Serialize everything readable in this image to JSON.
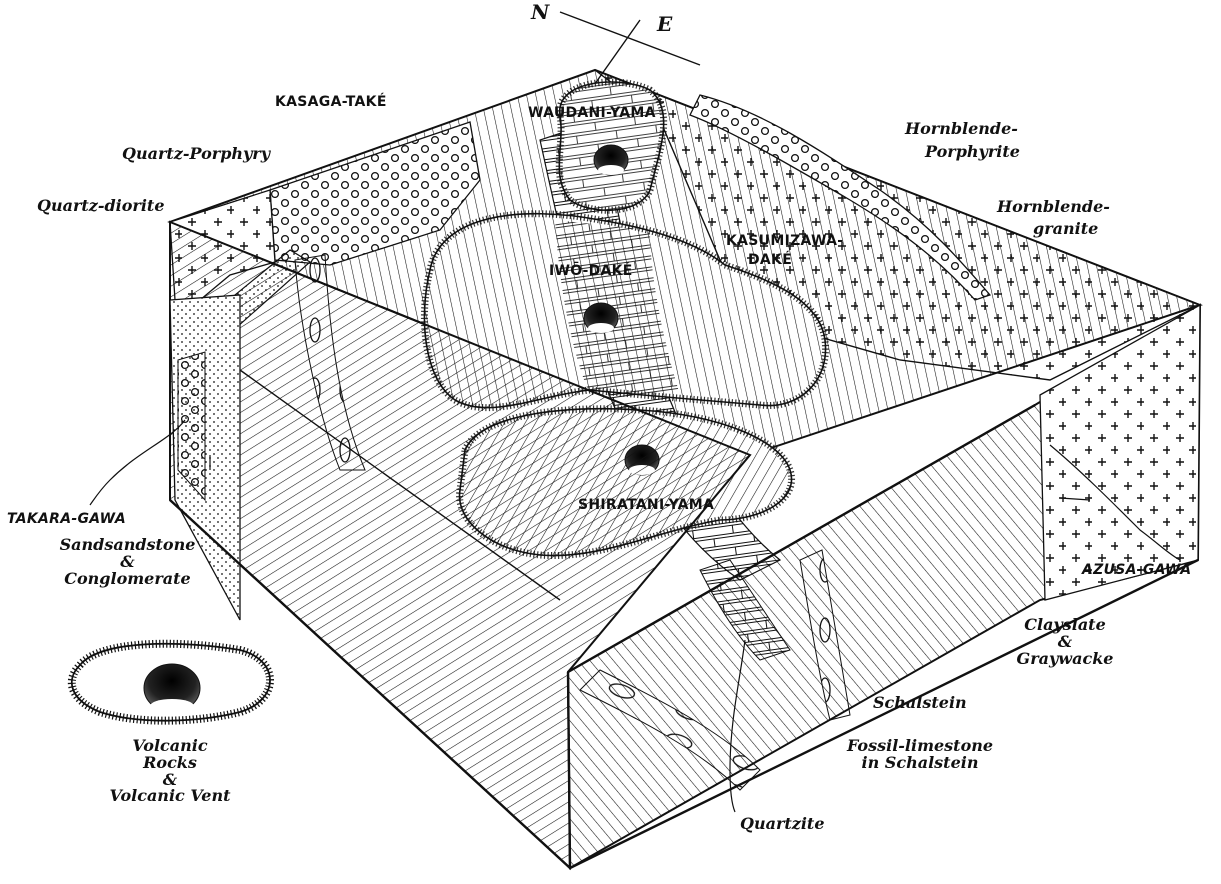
{
  "compass": {
    "north": "N",
    "east": "E"
  },
  "places": {
    "kasaga": "KASAGA-TAKÉ",
    "waudani": "WAUDANI-YAMA",
    "kasumizawa_1": "KASUMIZAWA-",
    "kasumizawa_2": "DAKÉ",
    "iwo": "IWŌ-DAKÉ",
    "shiratani": "SHIRATANI-YAMA",
    "takara": "TAKARA-GAWA",
    "azusa": "AZUSA-GAWA"
  },
  "rocks": {
    "quartz_porphyry": "Quartz-Porphyry",
    "quartz_diorite": "Quartz-diorite",
    "hornblende_porphyrite_1": "Hornblende-",
    "hornblende_porphyrite_2": "Porphyrite",
    "hornblende_granite_1": "Hornblende-",
    "hornblende_granite_2": "granite",
    "sandstone_1": "Sandsandstone",
    "sandstone_2": "&",
    "sandstone_3": "Conglomerate",
    "clayslate_1": "Clayslate",
    "clayslate_2": "&",
    "clayslate_3": "Graywacke",
    "schalstein": "Schalstein",
    "fossil_1": "Fossil-limestone",
    "fossil_2": "in Schalstein",
    "quartzite": "Quartzite"
  },
  "legend": {
    "line1": "Volcanic",
    "line2": "Rocks",
    "line3": "&",
    "line4": "Volcanic Vent"
  }
}
